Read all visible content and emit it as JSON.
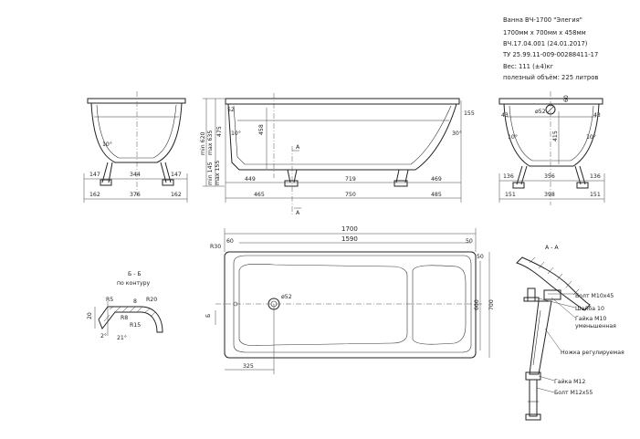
{
  "spec": {
    "lines": [
      "Ванна ВЧ-1700 \"Элегия\"",
      "1700мм х 700мм х 458мм",
      "ВЧ.17.04.001 (24.01.2017)",
      "ТУ 25.99.11-009-00288411-17",
      "Вес: 111 (±4)кг",
      "полезный объём: 225 литров"
    ]
  },
  "left_view": {
    "dims": [
      "147",
      "344",
      "147",
      "162",
      "376",
      "162"
    ],
    "angle": "10°"
  },
  "front_view": {
    "dims_right": [
      "52",
      "155",
      "458",
      "30°",
      "10°",
      "A"
    ],
    "dims_bottom": [
      "449",
      "719",
      "469",
      "465",
      "750",
      "485",
      "A"
    ],
    "vertical": [
      "min 620",
      "max 635",
      "475",
      "min 145",
      "max 155"
    ]
  },
  "right_view": {
    "dims": [
      "43",
      "43",
      "ø52",
      "60",
      "415",
      "10°",
      "10°",
      "136",
      "356",
      "136",
      "151",
      "398",
      "151"
    ]
  },
  "plan": {
    "dims": [
      "1700",
      "1590",
      "60",
      "50",
      "R30",
      "50",
      "600",
      "700",
      "ø52",
      "325",
      "Б"
    ]
  },
  "section_b": {
    "title": "Б - Б",
    "subtitle": "по контуру",
    "dims": [
      "R5",
      "R20",
      "20",
      "R8",
      "R15",
      "8",
      "2°",
      "21°"
    ]
  },
  "section_a": {
    "title": "А - А",
    "labels": [
      "Болт М10х45",
      "Шайба 10",
      "Гайка М10",
      "уменьшенная",
      "Ножка регулируемая",
      "Гайка М12",
      "Болт М12х55"
    ]
  }
}
